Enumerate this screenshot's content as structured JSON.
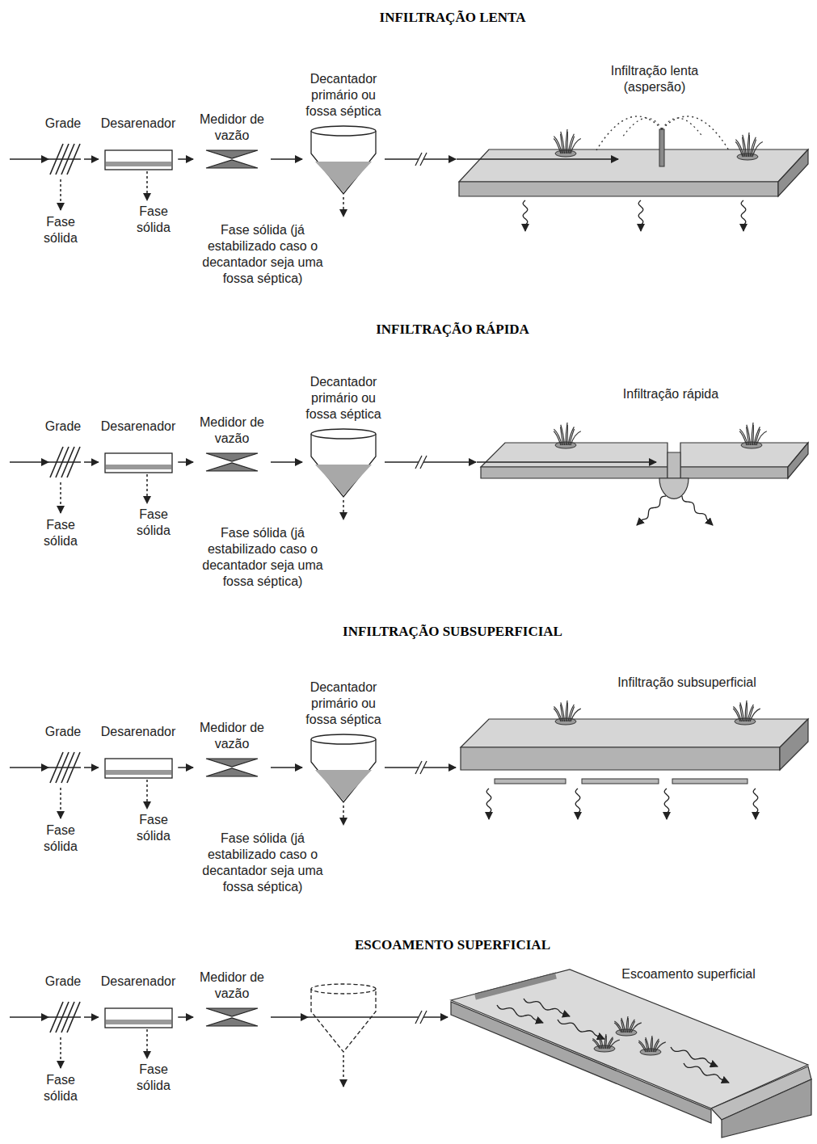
{
  "diagram": {
    "nodes": [
      {
        "text": [
          "Grade"
        ]
      },
      {
        "text": [
          "Desarenador"
        ]
      },
      {
        "text": [
          "Medidor de vazão"
        ]
      },
      {
        "text": [
          "Decantador primário ou fossa séptica"
        ]
      },
      {
        "text": [
          "Infiltração lenta (aspersão)"
        ]
      },
      {
        "text": [
          "Grade"
        ]
      },
      {
        "text": [
          "Desarenador"
        ]
      },
      {
        "text": [
          "Medidor de vazão"
        ]
      },
      {
        "text": [
          "Decantador primário ou fossa séptica"
        ]
      },
      {
        "text": [
          "Infiltração rápida"
        ]
      },
      {
        "text": [
          "Grade"
        ]
      },
      {
        "text": [
          "Desarenador"
        ]
      },
      {
        "text": [
          "Medidor de vazão"
        ]
      },
      {
        "text": [
          "Decantador primário ou fossa séptica"
        ]
      },
      {
        "text": [
          "Infiltração subsuperficial"
        ]
      },
      {
        "text": [
          "Grade"
        ]
      },
      {
        "text": [
          "Desarenador"
        ]
      },
      {
        "text": [
          "Medidor de vazão"
        ]
      },
      {
        "text": [
          "Escoamento superficial"
        ]
      }
    ],
    "edges": [
      {
        "from": 0,
        "to": 1,
        "arrow": "to"
      },
      {
        "from": 1,
        "to": 2,
        "arrow": "to"
      },
      {
        "from": 2,
        "to": 3,
        "arrow": "to"
      },
      {
        "from": 3,
        "to": 4,
        "arrow": "to"
      },
      {
        "from": 5,
        "to": 6,
        "arrow": "to"
      },
      {
        "from": 6,
        "to": 7,
        "arrow": "to"
      },
      {
        "from": 7,
        "to": 8,
        "arrow": "to"
      },
      {
        "from": 8,
        "to": 9,
        "arrow": "to"
      },
      {
        "from": 10,
        "to": 11,
        "arrow": "to"
      },
      {
        "from": 11,
        "to": 12,
        "arrow": "to"
      },
      {
        "from": 12,
        "to": 13,
        "arrow": "to"
      },
      {
        "from": 13,
        "to": 14,
        "arrow": "to"
      },
      {
        "from": 15,
        "to": 16,
        "arrow": "to"
      },
      {
        "from": 16,
        "to": 17,
        "arrow": "to"
      },
      {
        "from": 17,
        "to": 18,
        "arrow": "to"
      }
    ],
    "labels": [
      "INFILTRAÇÃO LENTA",
      "Fase sólida",
      "Fase sólida",
      "Fase sólida (já estabilizado caso o decantador seja uma fossa séptica)",
      "INFILTRAÇÃO RÁPIDA",
      "Fase sólida",
      "Fase sólida",
      "Fase sólida (já estabilizado caso o decantador seja uma fossa séptica)",
      "INFILTRAÇÃO SUBSUPERFICIAL",
      "Fase sólida",
      "Fase sólida",
      "Fase sólida (já estabilizado caso o decantador seja uma fossa séptica)",
      "ESCOAMENTO SUPERFICIAL",
      "Fase sólida",
      "Fase sólida"
    ]
  }
}
